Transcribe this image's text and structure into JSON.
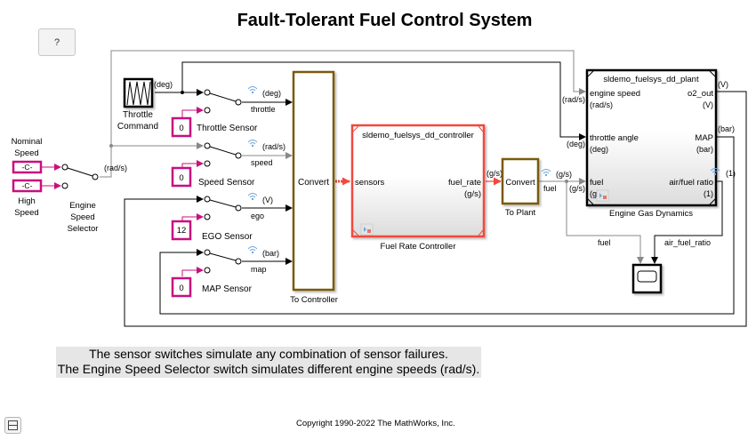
{
  "title": "Fault-Tolerant Fuel Control System",
  "help_button": "?",
  "colors": {
    "signal_black": "#000000",
    "signal_gray": "#888888",
    "constant_magenta": "#c8107f",
    "convert_brown": "#7a5a0a",
    "controller_red": "#f04a3e",
    "wireless_blue": "#6fa8dc"
  },
  "blocks": {
    "throttle_command": {
      "label_line1": "Throttle",
      "label_line2": "Command",
      "unit": "(deg)"
    },
    "nominal_speed": {
      "label_line1": "Nominal",
      "label_line2": "Speed",
      "value": "-C-"
    },
    "high_speed": {
      "label_line1": "High",
      "label_line2": "Speed",
      "value": "-C-"
    },
    "engine_speed_selector": {
      "label_line1": "Engine",
      "label_line2": "Speed",
      "label_line3": "Selector",
      "unit": "(rad/s)"
    },
    "throttle_sensor": {
      "label": "Throttle Sensor",
      "value": "0",
      "signal": "throttle",
      "unit": "(deg)"
    },
    "speed_sensor": {
      "label": "Speed Sensor",
      "value": "0",
      "signal": "speed",
      "unit": "(rad/s)"
    },
    "ego_sensor": {
      "label": "EGO Sensor",
      "value": "12",
      "signal": "ego",
      "unit": "(V)"
    },
    "map_sensor": {
      "label": "MAP Sensor",
      "value": "0",
      "signal": "map",
      "unit": "(bar)"
    },
    "to_controller": {
      "label": "To Controller",
      "text": "Convert"
    },
    "fuel_rate_controller": {
      "label": "Fuel Rate Controller",
      "model": "sldemo_fuelsys_dd_controller",
      "in_port": "sensors",
      "out_port": "fuel_rate",
      "out_unit": "(g/s)",
      "out_signal_unit": "(g/s)"
    },
    "to_plant": {
      "label": "To Plant",
      "text": "Convert",
      "signal": "fuel",
      "unit": "(g/s)"
    },
    "engine_gas_dynamics": {
      "label": "Engine Gas Dynamics",
      "model": "sldemo_fuelsys_dd_plant",
      "inputs": [
        {
          "name": "engine speed",
          "unit": "(rad/s)",
          "ext_unit": "(rad/s)"
        },
        {
          "name": "throttle angle",
          "unit": "(deg)",
          "ext_unit": "(deg)"
        },
        {
          "name": "fuel",
          "unit": "(g/s)",
          "ext_unit": "(g/s)"
        }
      ],
      "outputs": [
        {
          "name": "o2_out",
          "unit": "(V)",
          "ext_unit": "(V)"
        },
        {
          "name": "MAP",
          "unit": "(bar)",
          "ext_unit": "(bar)"
        },
        {
          "name": "air/fuel ratio",
          "unit": "(1)",
          "ext_unit": "(1)"
        }
      ]
    },
    "scope": {
      "in1": "fuel",
      "in2": "air_fuel_ratio"
    }
  },
  "note": {
    "line1": "The sensor switches simulate any combination of sensor failures.",
    "line2": "The Engine Speed Selector switch simulates different engine speeds (rad/s)."
  },
  "copyright": "Copyright 1990-2022 The MathWorks, Inc."
}
